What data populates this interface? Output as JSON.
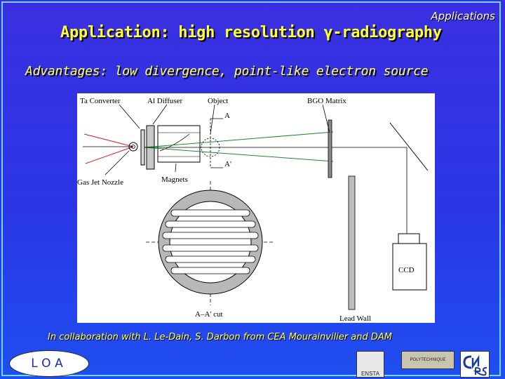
{
  "slide": {
    "section": "Applications",
    "title": "Application: high resolution γ-radiography",
    "subtitle": "Advantages: low divergence, point-like electron source",
    "footer": "In collaboration with  L. Le-Dain, S. Darbon from CEA Mourainvilier and DAM"
  },
  "diagram": {
    "labels": {
      "ta_converter": "Ta Converter",
      "al_diffuser": "Al Diffuser",
      "object": "Object",
      "bgo_matrix": "BGO Matrix",
      "a_top": "A",
      "a_prime": "A'",
      "gas_jet_nozzle": "Gas Jet Nozzle",
      "magnets": "Magnets",
      "ccd": "CCD",
      "aa_cut": "A–A' cut",
      "lead_wall": "Lead Wall"
    },
    "colors": {
      "laser_red": "#d42020",
      "beam_green": "#1f8a2a",
      "line": "#000000"
    }
  },
  "logos": {
    "loa": "LOA",
    "ensta": "ENSTA",
    "polytechnique": "POLYTECHNIQUE",
    "cnrs": "CNRS"
  }
}
